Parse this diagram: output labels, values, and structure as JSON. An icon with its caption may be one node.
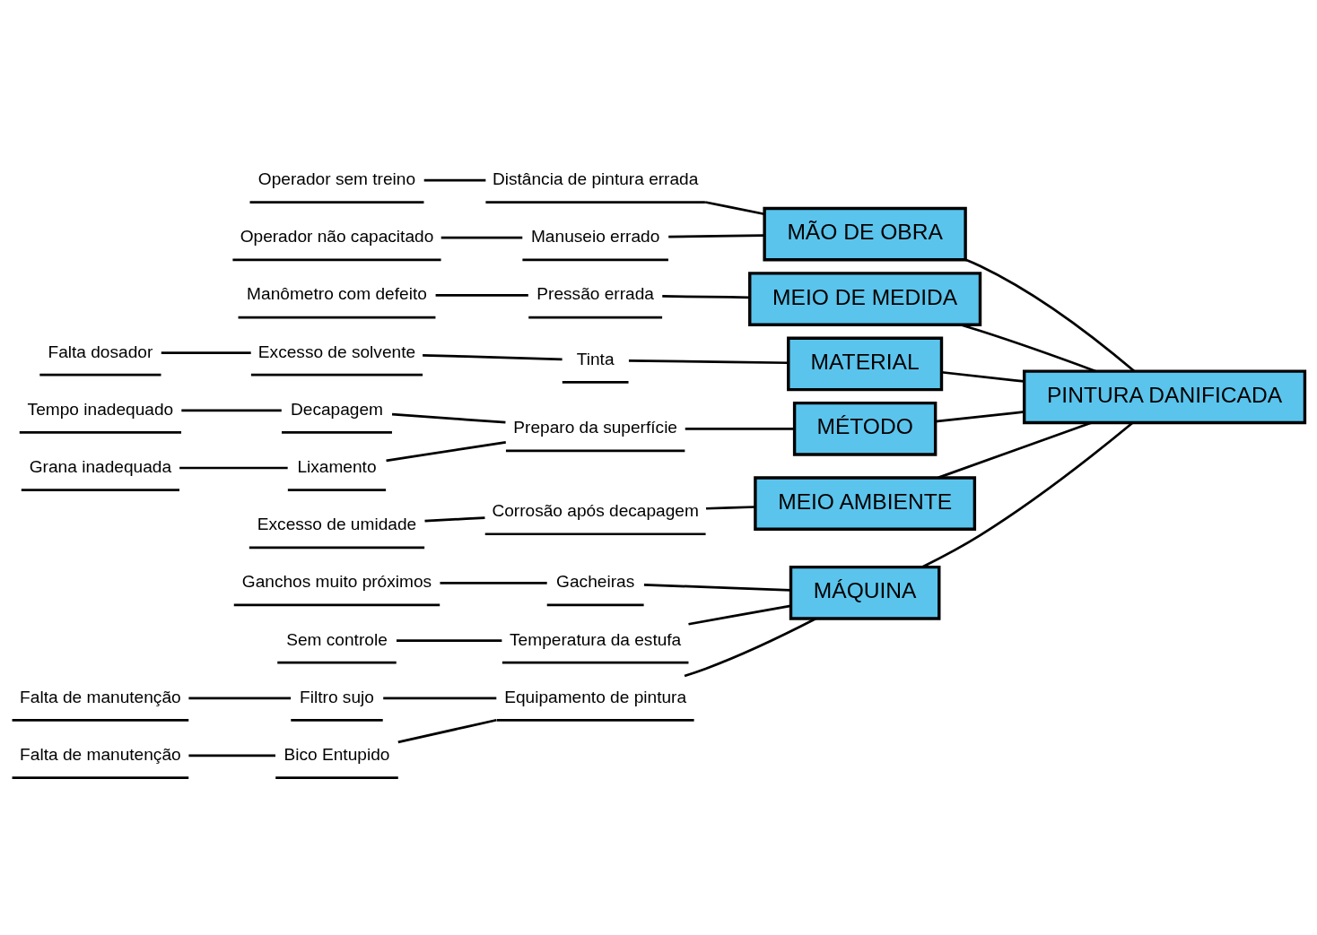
{
  "diagram": {
    "nodes": [
      {
        "text": [
          "MÁQUINA"
        ]
      },
      {
        "text": [
          "MÃO DE OBRA"
        ]
      },
      {
        "text": [
          "MEIO DE MEDIDA"
        ]
      },
      {
        "text": [
          "PINTURA DANIFICADA"
        ]
      },
      {
        "text": [
          "MATERIAL"
        ]
      },
      {
        "text": [
          "MÉTODO"
        ]
      },
      {
        "text": [
          "MEIO AMBIENTE"
        ]
      },
      {
        "text": [
          "Gacheiras"
        ]
      },
      {
        "text": [
          "Ganchos muito próximos"
        ]
      },
      {
        "text": [
          "Temperatura da estufa"
        ]
      },
      {
        "text": [
          "Sem controle"
        ]
      },
      {
        "text": [
          "Equipamento de pintura"
        ]
      },
      {
        "text": [
          "Filtro sujo"
        ]
      },
      {
        "text": [
          "Falta de manutenção"
        ]
      },
      {
        "text": [
          "Bico Entupido"
        ]
      },
      {
        "text": [
          "Falta de manutenção"
        ]
      },
      {
        "text": [
          "Distância de pintura errada"
        ]
      },
      {
        "text": [
          "Operador sem treino"
        ]
      },
      {
        "text": [
          "Manuseio errado"
        ]
      },
      {
        "text": [
          "Operador não capacitado"
        ]
      },
      {
        "text": [
          "Pressão errada"
        ]
      },
      {
        "text": [
          "Manômetro com defeito"
        ]
      },
      {
        "text": [
          "Tinta"
        ]
      },
      {
        "text": [
          "Excesso de solvente"
        ]
      },
      {
        "text": [
          "Falta dosador"
        ]
      },
      {
        "text": [
          "Preparo da superfície"
        ]
      },
      {
        "text": [
          "Decapagem"
        ]
      },
      {
        "text": [
          "Tempo inadequado"
        ]
      },
      {
        "text": [
          "Lixamento"
        ]
      },
      {
        "text": [
          "Grana inadequada"
        ]
      },
      {
        "text": [
          "Corrosão após decapagem"
        ]
      },
      {
        "text": [
          "Excesso de umidade"
        ]
      }
    ],
    "edges": [
      {
        "from": 0,
        "to": 3,
        "arrow": "none"
      },
      {
        "from": 1,
        "to": 3,
        "arrow": "none"
      },
      {
        "from": 2,
        "to": 3,
        "arrow": "none"
      },
      {
        "from": 4,
        "to": 3,
        "arrow": "none"
      },
      {
        "from": 5,
        "to": 3,
        "arrow": "none"
      },
      {
        "from": 6,
        "to": 3,
        "arrow": "none"
      },
      {
        "from": 7,
        "to": 0,
        "arrow": "none"
      },
      {
        "from": 8,
        "to": 7,
        "arrow": "none"
      },
      {
        "from": 9,
        "to": 0,
        "arrow": "none"
      },
      {
        "from": 10,
        "to": 9,
        "arrow": "none"
      },
      {
        "from": 11,
        "to": 0,
        "arrow": "none"
      },
      {
        "from": 12,
        "to": 11,
        "arrow": "none"
      },
      {
        "from": 13,
        "to": 12,
        "arrow": "none"
      },
      {
        "from": 14,
        "to": 11,
        "arrow": "none"
      },
      {
        "from": 15,
        "to": 14,
        "arrow": "none"
      },
      {
        "from": 16,
        "to": 1,
        "arrow": "none"
      },
      {
        "from": 17,
        "to": 16,
        "arrow": "none"
      },
      {
        "from": 18,
        "to": 1,
        "arrow": "none"
      },
      {
        "from": 19,
        "to": 18,
        "arrow": "none"
      },
      {
        "from": 20,
        "to": 2,
        "arrow": "none"
      },
      {
        "from": 21,
        "to": 20,
        "arrow": "none"
      },
      {
        "from": 22,
        "to": 4,
        "arrow": "none"
      },
      {
        "from": 23,
        "to": 22,
        "arrow": "none"
      },
      {
        "from": 24,
        "to": 23,
        "arrow": "none"
      },
      {
        "from": 25,
        "to": 5,
        "arrow": "none"
      },
      {
        "from": 26,
        "to": 25,
        "arrow": "none"
      },
      {
        "from": 27,
        "to": 26,
        "arrow": "none"
      },
      {
        "from": 28,
        "to": 25,
        "arrow": "none"
      },
      {
        "from": 29,
        "to": 28,
        "arrow": "none"
      },
      {
        "from": 30,
        "to": 6,
        "arrow": "none"
      },
      {
        "from": 31,
        "to": 30,
        "arrow": "none"
      }
    ]
  }
}
